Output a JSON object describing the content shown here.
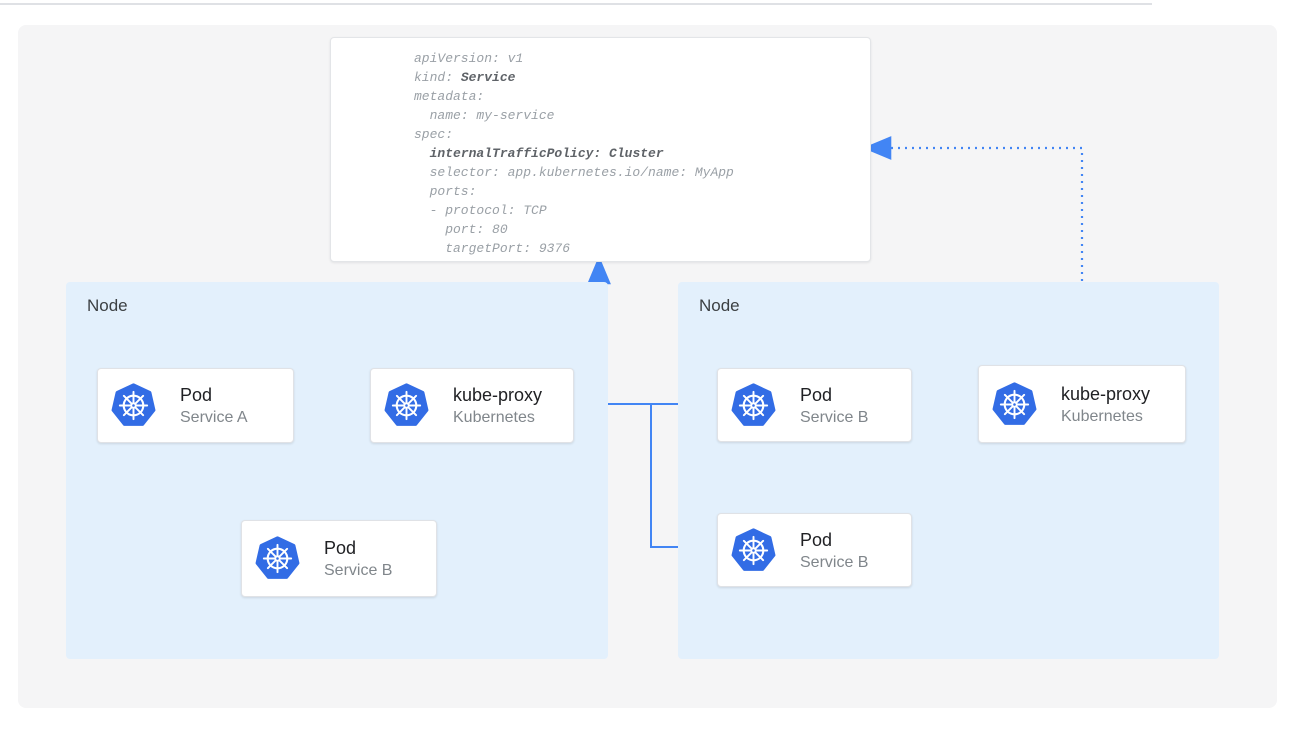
{
  "colors": {
    "arrow_blue": "#4285f4",
    "node_fill": "#e3f0fc",
    "kubernetes_logo_blue": "#326ce5",
    "card_background": "#ffffff",
    "stage_background": "#f5f5f6",
    "yaml_text_gray": "#9aa0a6",
    "yaml_bold_gray": "#5f6368"
  },
  "yaml_card": {
    "lines": [
      {
        "segments": [
          {
            "t": "apiVersion: v1",
            "b": false
          }
        ]
      },
      {
        "segments": [
          {
            "t": "kind: ",
            "b": false
          },
          {
            "t": "Service",
            "b": true
          }
        ]
      },
      {
        "segments": [
          {
            "t": "metadata:",
            "b": false
          }
        ]
      },
      {
        "segments": [
          {
            "t": "  name: my-service",
            "b": false
          }
        ]
      },
      {
        "segments": [
          {
            "t": "spec:",
            "b": false
          }
        ]
      },
      {
        "segments": [
          {
            "t": "  ",
            "b": false
          },
          {
            "t": "internalTrafficPolicy: Cluster",
            "b": true
          }
        ]
      },
      {
        "segments": [
          {
            "t": "  selector: app.kubernetes.io/name: MyApp",
            "b": false
          }
        ]
      },
      {
        "segments": [
          {
            "t": "  ports:",
            "b": false
          }
        ]
      },
      {
        "segments": [
          {
            "t": "  - protocol: TCP",
            "b": false
          }
        ]
      },
      {
        "segments": [
          {
            "t": "    port: 80",
            "b": false
          }
        ]
      },
      {
        "segments": [
          {
            "t": "    targetPort: 9376",
            "b": false
          }
        ]
      }
    ]
  },
  "nodes": [
    {
      "label": "Node",
      "cards": [
        {
          "icon": "kubernetes-logo",
          "title": "Pod",
          "subtitle": "Service A"
        },
        {
          "icon": "kubernetes-logo",
          "title": "kube-proxy",
          "subtitle": "Kubernetes"
        },
        {
          "icon": "kubernetes-logo",
          "title": "Pod",
          "subtitle": "Service B"
        }
      ]
    },
    {
      "label": "Node",
      "cards": [
        {
          "icon": "kubernetes-logo",
          "title": "Pod",
          "subtitle": "Service B"
        },
        {
          "icon": "kubernetes-logo",
          "title": "Pod",
          "subtitle": "Service B"
        },
        {
          "icon": "kubernetes-logo",
          "title": "kube-proxy",
          "subtitle": "Kubernetes"
        }
      ]
    }
  ],
  "connections": {
    "solid": [
      "pod-service-a to kube-proxy-left",
      "kube-proxy-left to pod-service-b-left",
      "kube-proxy-left to pod-service-b-right-top",
      "kube-proxy-left to pod-service-b-right-bottom"
    ],
    "dotted": [
      "kube-proxy-left to service-yaml",
      "kube-proxy-right to service-yaml"
    ]
  }
}
